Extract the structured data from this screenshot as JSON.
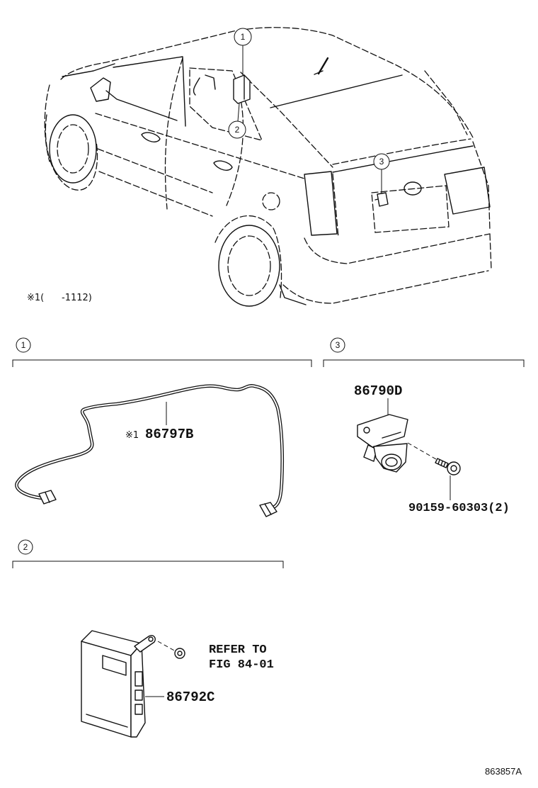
{
  "vehicle_callouts": {
    "c1": "1",
    "c2": "2",
    "c3": "3"
  },
  "note": "※1(      -1112)",
  "sections": {
    "s1": {
      "number": "1"
    },
    "s2": {
      "number": "2"
    },
    "s3": {
      "number": "3"
    }
  },
  "parts": {
    "wire": {
      "prefix": "※1",
      "number": "86797B"
    },
    "camera": {
      "number": "86790D"
    },
    "screw": {
      "number": "90159-60303(2)"
    },
    "ecu": {
      "number": "86792C"
    },
    "refer": {
      "line1": "REFER TO",
      "line2": "FIG 84-01"
    }
  },
  "figure_id": "863857A"
}
